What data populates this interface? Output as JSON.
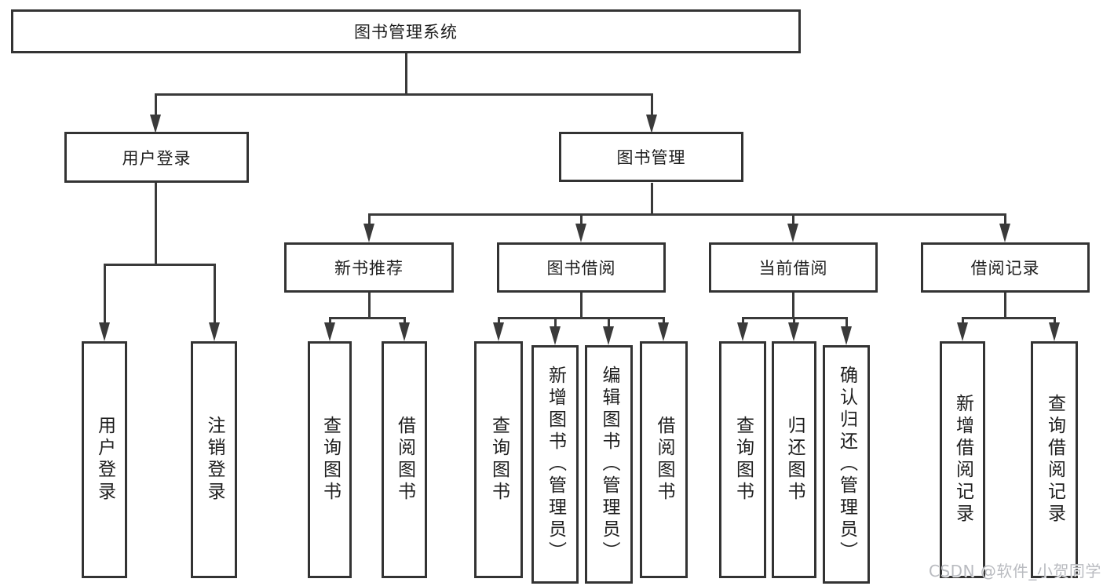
{
  "colors": {
    "background": "#ffffff",
    "line": "#3a3a3a",
    "box_border": "#333333",
    "text": "#1f1f1f",
    "watermark": "#b9bbc0"
  },
  "watermark": {
    "text": "CSDN @软件_小贺同学"
  },
  "tree": {
    "root": {
      "label": "图书管理系统"
    },
    "children": [
      {
        "label": "用户登录",
        "children": [
          {
            "label": "用户登录"
          },
          {
            "label": "注销登录"
          }
        ]
      },
      {
        "label": "图书管理",
        "children": [
          {
            "label": "新书推荐",
            "children": [
              {
                "label": "查询图书"
              },
              {
                "label": "借阅图书"
              }
            ]
          },
          {
            "label": "图书借阅",
            "children": [
              {
                "label": "查询图书"
              },
              {
                "label": "新增图书（管理员）"
              },
              {
                "label": "编辑图书（管理员）"
              },
              {
                "label": "借阅图书"
              }
            ]
          },
          {
            "label": "当前借阅",
            "children": [
              {
                "label": "查询图书"
              },
              {
                "label": "归还图书"
              },
              {
                "label": "确认归还（管理员）"
              }
            ]
          },
          {
            "label": "借阅记录",
            "children": [
              {
                "label": "新增借阅记录"
              },
              {
                "label": "查询借阅记录"
              }
            ]
          }
        ]
      }
    ]
  }
}
